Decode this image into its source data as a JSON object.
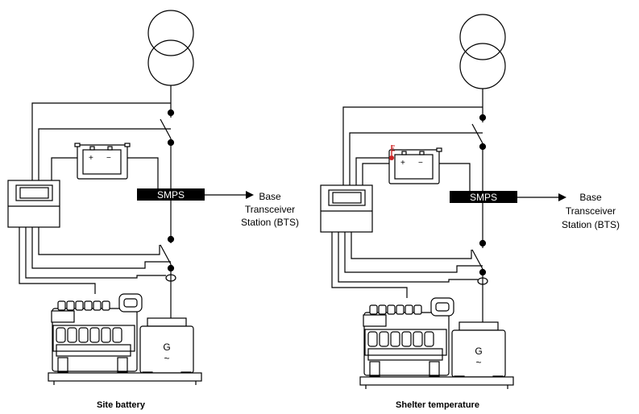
{
  "panels": [
    {
      "id": "site-battery",
      "caption": "Site battery",
      "smps_label": "SMPS",
      "bts_label_lines": [
        "Base",
        "Transceiver",
        "Station (BTS)"
      ],
      "generator_label": "G",
      "generator_symbol": "~",
      "battery_plus": "+",
      "battery_minus": "−",
      "has_temperature_sensor": false
    },
    {
      "id": "shelter-temperature",
      "caption": "Shelter temperature",
      "smps_label": "SMPS",
      "bts_label_lines": [
        "Base",
        "Transceiver",
        "Station (BTS)"
      ],
      "generator_label": "G",
      "generator_symbol": "~",
      "battery_plus": "+",
      "battery_minus": "−",
      "has_temperature_sensor": true
    }
  ],
  "colors": {
    "line": "#000000",
    "smps_fill": "#000000",
    "sensor": "#cc2222"
  }
}
